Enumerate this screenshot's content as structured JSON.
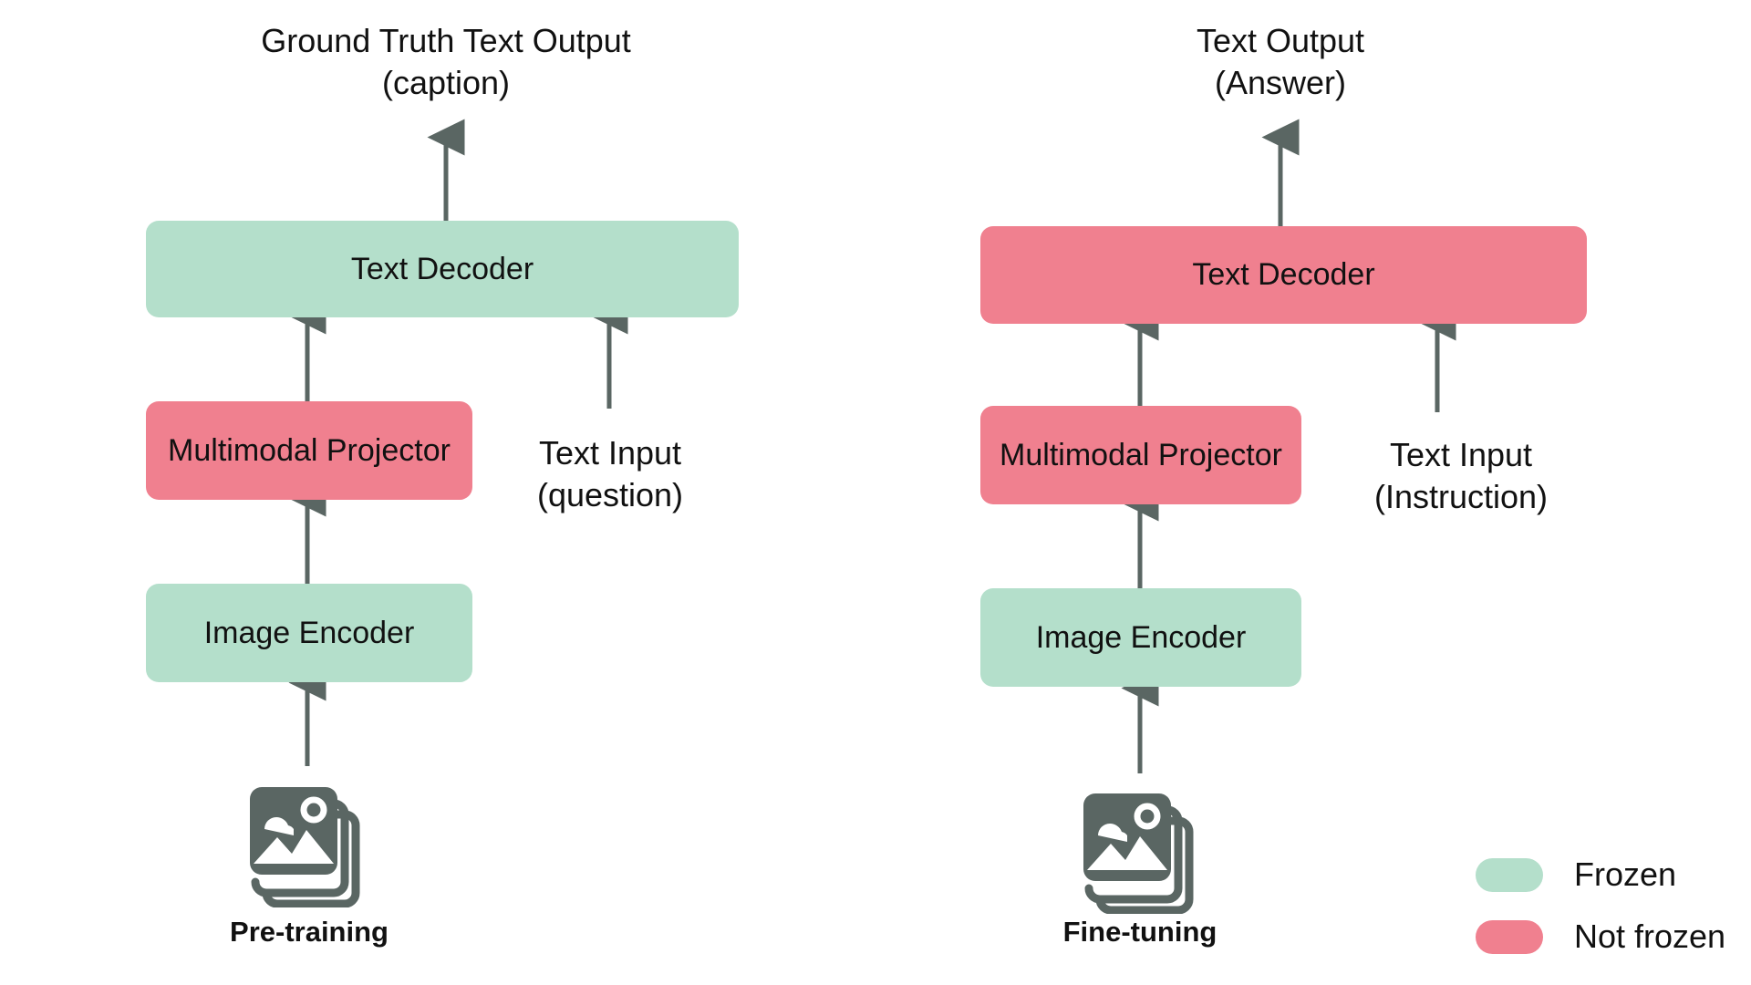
{
  "diagram": {
    "title_hidden": "",
    "arrow_color": "#5a6663",
    "frozen_color": "#b4dfcb",
    "trainable_color": "#f0808f",
    "background": "#ffffff"
  },
  "columns": [
    {
      "id": "pre-training",
      "stage_label": "Pre-training",
      "output_caption": "Ground Truth Text Output\n(caption)",
      "text_input_label": "Text Input\n(question)",
      "nodes": [
        {
          "id": "text-decoder",
          "label": "Text Decoder",
          "state": "Frozen"
        },
        {
          "id": "multimodal-projector",
          "label": "Multimodal\nProjector",
          "state": "Not frozen"
        },
        {
          "id": "image-encoder",
          "label": "Image Encoder",
          "state": "Frozen"
        }
      ],
      "image_input_icon": "image-stack-icon"
    },
    {
      "id": "fine-tuning",
      "stage_label": "Fine-tuning",
      "output_caption": "Text Output\n(Answer)",
      "text_input_label": "Text Input\n(Instruction)",
      "nodes": [
        {
          "id": "text-decoder",
          "label": "Text Decoder",
          "state": "Not frozen"
        },
        {
          "id": "multimodal-projector",
          "label": "Multimodal\nProjector",
          "state": "Not frozen"
        },
        {
          "id": "image-encoder",
          "label": "Image Encoder",
          "state": "Frozen"
        }
      ],
      "image_input_icon": "image-stack-icon"
    }
  ],
  "legend": {
    "items": [
      {
        "label": "Frozen",
        "color": "#b4dfcb"
      },
      {
        "label": "Not frozen",
        "color": "#f0808f"
      }
    ]
  }
}
